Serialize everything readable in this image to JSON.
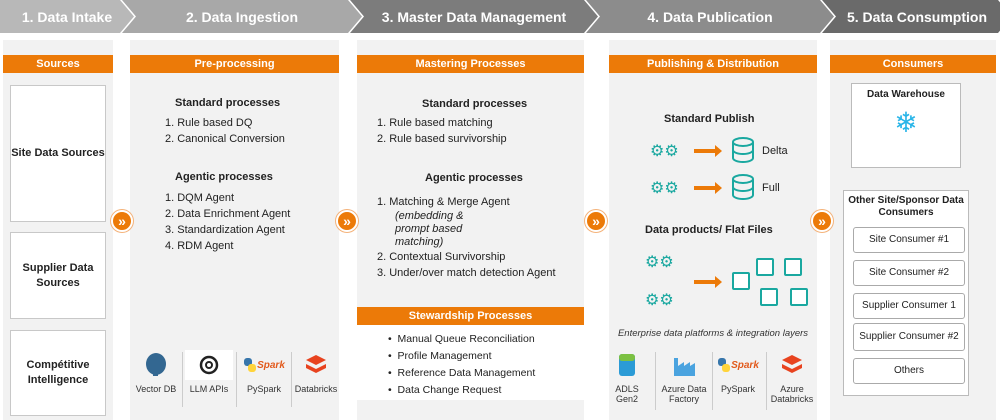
{
  "stages": [
    "1. Data Intake",
    "2. Data Ingestion",
    "3. Master Data Management",
    "4. Data Publication",
    "5. Data Consumption"
  ],
  "intake": {
    "header": "Sources",
    "boxes": [
      "Site Data Sources",
      "Supplier Data Sources",
      "Compétitive Intelligence"
    ]
  },
  "ingestion": {
    "header": "Pre-processing",
    "standard_title": "Standard processes",
    "standard": [
      "1.  Rule based DQ",
      "2.  Canonical Conversion"
    ],
    "agentic_title": "Agentic processes",
    "agentic": [
      "1.  DQM Agent",
      "2.  Data Enrichment Agent",
      "3.  Standardization Agent",
      "4.  RDM Agent"
    ],
    "tools": [
      "Vector DB",
      "LLM APIs",
      "PySpark",
      "Databricks"
    ]
  },
  "mdm": {
    "header": "Mastering Processes",
    "standard_title": "Standard processes",
    "standard": [
      "1.  Rule based matching",
      "2.  Rule based survivorship"
    ],
    "agentic_title": "Agentic processes",
    "agentic_1": "1.  Matching & Merge Agent",
    "agentic_1_note": "(embedding & prompt based matching)",
    "agentic": [
      "2.  Contextual Survivorship",
      "3.  Under/over match detection Agent"
    ],
    "stewardship_header": "Stewardship Processes",
    "stewardship": [
      "Manual Queue Reconciliation",
      "Profile Management",
      "Reference Data Management",
      "Data Change Request"
    ]
  },
  "publication": {
    "header": "Publishing & Distribution",
    "standard_title": "Standard Publish",
    "delta": "Delta",
    "full": "Full",
    "products_title": "Data products/ Flat Files",
    "platforms_caption": "Enterprise data platforms & integration layers",
    "tools": [
      "ADLS Gen2",
      "Azure Data Factory",
      "PySpark",
      "Azure Databricks"
    ]
  },
  "consumption": {
    "header": "Consumers",
    "warehouse": "Data Warehouse",
    "other_title": "Other Site/Sponsor Data Consumers",
    "consumers": [
      "Site Consumer #1",
      "Site Consumer #2",
      "Supplier Consumer 1",
      "Supplier Consumer #2",
      "Others"
    ]
  },
  "spark_label": "Spark",
  "colors": {
    "accent": "#ec7a08",
    "teal": "#1aa8a0"
  }
}
